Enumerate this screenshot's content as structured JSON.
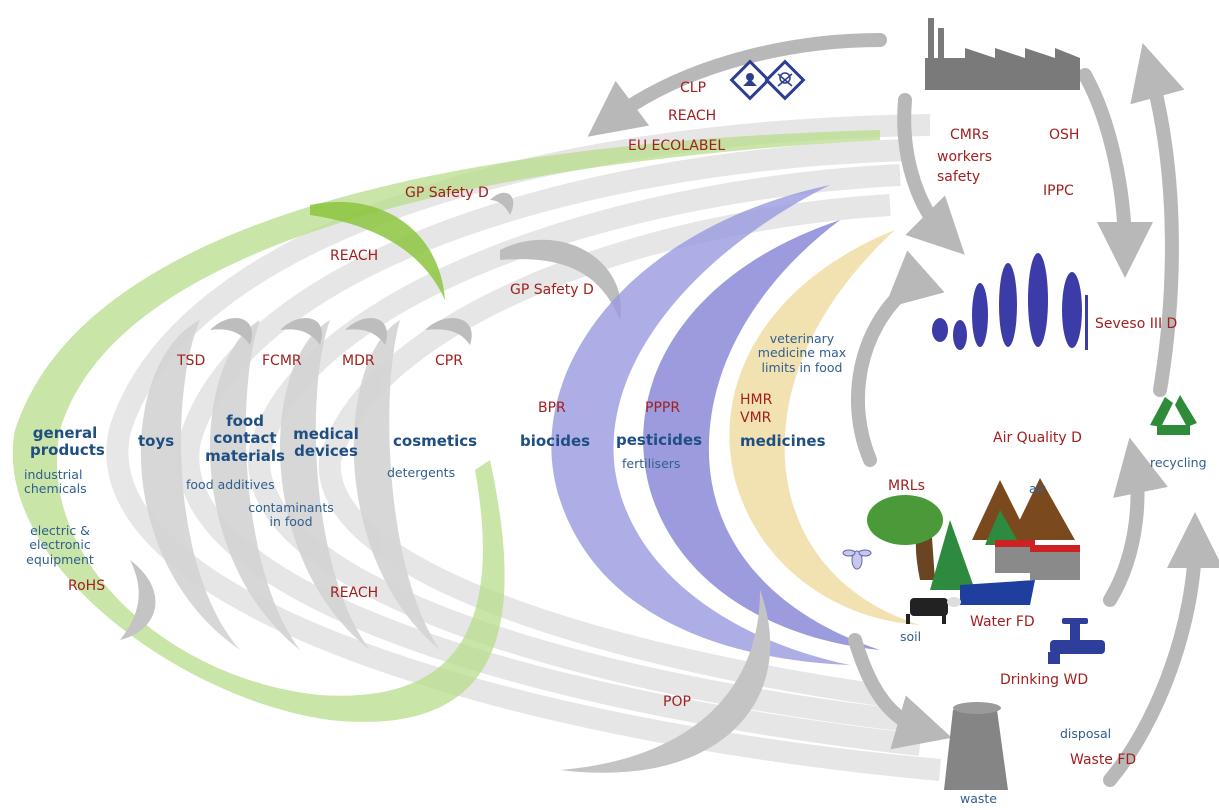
{
  "colors": {
    "red_label": "#a21f1f",
    "blue_label": "#1f4f82",
    "green_arc": "#8cc63f",
    "purple_arc": "#8f8fd8",
    "cream_arc": "#f2dfa8",
    "grey_arrow": "#b5b5b5",
    "people": "#3a3aa0",
    "recycle_green": "#2e8b3a"
  },
  "icons": [
    "hazard-diamond-icon",
    "skull-diamond-icon",
    "factory-icon",
    "people-icon",
    "recycling-icon",
    "tree-icon",
    "mountain-icon",
    "building-icon",
    "cow-icon",
    "insect-icon",
    "water-icon",
    "tap-icon",
    "waste-bin-icon"
  ],
  "regulations": {
    "clp": "CLP",
    "reach_top": "REACH",
    "eu_ecolabel": "EU ECOLABEL",
    "gp_safety_top": "GP Safety D",
    "reach_green": "REACH",
    "gp_safety_mid": "GP Safety D",
    "tsd": "TSD",
    "fcmr": "FCMR",
    "mdr": "MDR",
    "cpr": "CPR",
    "bpr": "BPR",
    "pppr": "PPPR",
    "hmr": "HMR",
    "vmr": "VMR",
    "rohs": "RoHS",
    "reach_bottom": "REACH",
    "pop": "POP",
    "cmrs": "CMRs",
    "workers": "workers",
    "safety": "safety",
    "osh": "OSH",
    "ippc": "IPPC",
    "seveso": "Seveso III D",
    "air_quality": "Air Quality D",
    "mrls": "MRLs",
    "water_fd": "Water FD",
    "drinking_wd": "Drinking WD",
    "waste_fd": "Waste FD"
  },
  "products": {
    "general": "general products",
    "toys": "toys",
    "food_contact": "food contact materials",
    "medical": "medical devices",
    "cosmetics": "cosmetics",
    "biocides": "biocides",
    "pesticides": "pesticides",
    "medicines": "medicines"
  },
  "notes": {
    "industrial": "industrial chemicals",
    "electric": "electric & electronic equipment",
    "food_additives": "food additives",
    "contaminants": "contaminants in food",
    "detergents": "detergents",
    "fertilisers": "fertilisers",
    "veterinary": "veterinary medicine max limits in food",
    "recycling": "recycling",
    "air": "air",
    "soil": "soil",
    "disposal": "disposal",
    "waste": "waste"
  }
}
